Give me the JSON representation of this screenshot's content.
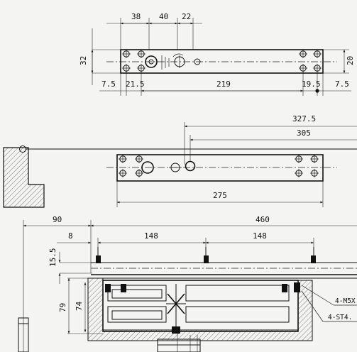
{
  "dimensions": {
    "top_view": {
      "d38": "38",
      "d40": "40",
      "d22": "22",
      "d32": "32",
      "d20": "20",
      "d7_5_left": "7.5",
      "d21_5": "21.5",
      "d219": "219",
      "d19_5": "19.5",
      "d7_5_right": "7.5"
    },
    "mid_view": {
      "d327_5": "327.5",
      "d305": "305",
      "d275": "275"
    },
    "section_view": {
      "d90": "90",
      "d460": "460",
      "d8": "8",
      "d148_left": "148",
      "d148_right": "148",
      "d15_5": "15.5",
      "d79": "79",
      "d74": "74"
    }
  },
  "callouts": {
    "screw_m5": "4-M5X",
    "screw_st4": "4-ST4."
  },
  "colors": {
    "paper": "#f4f4f2",
    "ink": "#111111"
  }
}
